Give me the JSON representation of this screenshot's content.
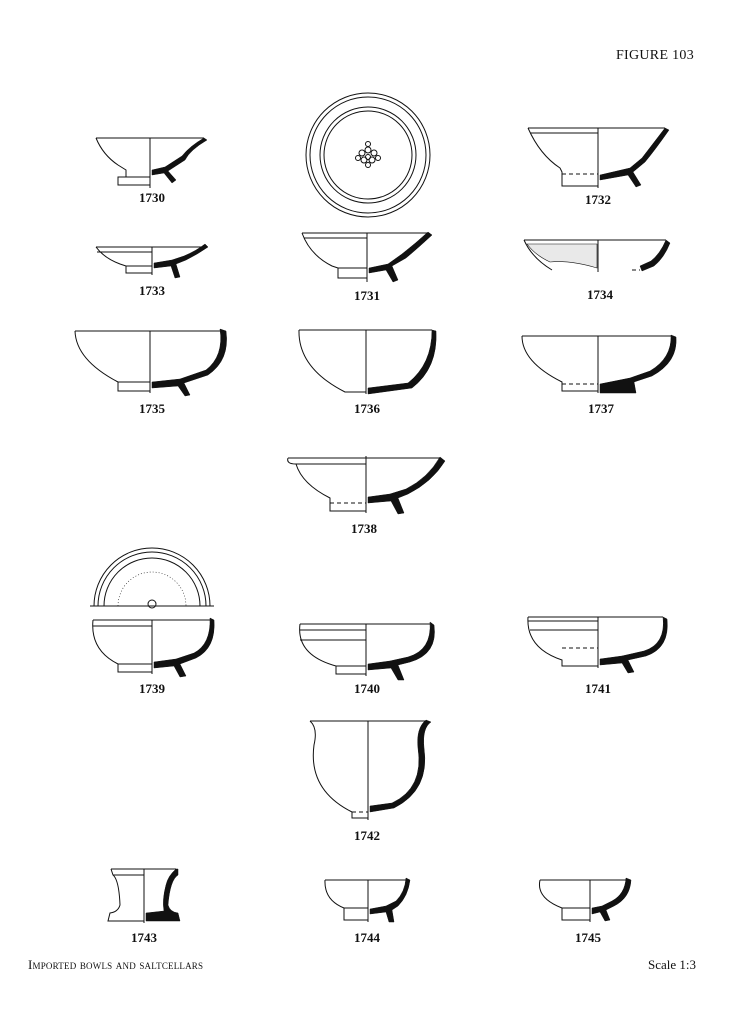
{
  "header": {
    "figure_label": "FIGURE 103"
  },
  "footer": {
    "caption": "Imported bowls and saltcellars",
    "scale": "Scale 1:3"
  },
  "vessels": [
    {
      "id": "1730"
    },
    {
      "id": "1731"
    },
    {
      "id": "1732"
    },
    {
      "id": "1733"
    },
    {
      "id": "1734"
    },
    {
      "id": "1735"
    },
    {
      "id": "1736"
    },
    {
      "id": "1737"
    },
    {
      "id": "1738"
    },
    {
      "id": "1739"
    },
    {
      "id": "1740"
    },
    {
      "id": "1741"
    },
    {
      "id": "1742"
    },
    {
      "id": "1743"
    },
    {
      "id": "1744"
    },
    {
      "id": "1745"
    }
  ]
}
